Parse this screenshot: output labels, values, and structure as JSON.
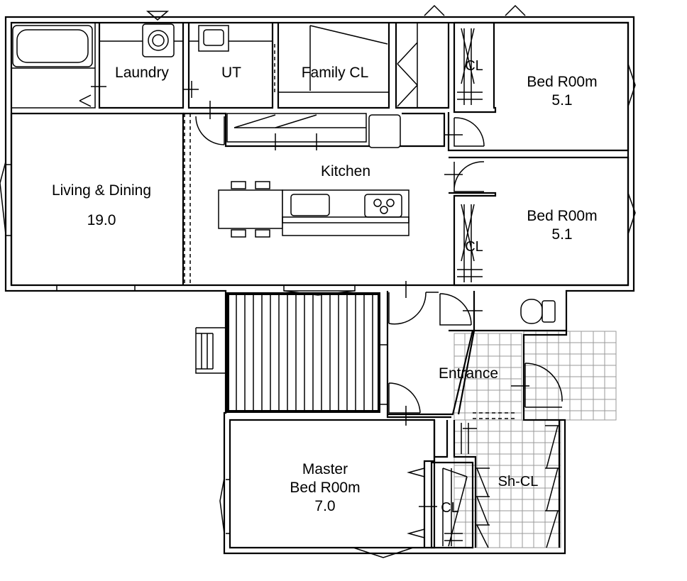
{
  "rooms": {
    "laundry": "Laundry",
    "ut": "UT",
    "family_cl": "Family CL",
    "cl_top": "CL",
    "bed1_name": "Bed R00m",
    "bed1_size": "5.1",
    "living_name": "Living & Dining",
    "living_size": "19.0",
    "kitchen": "Kitchen",
    "bed2_name": "Bed R00m",
    "bed2_size": "5.1",
    "cl_mid": "CL",
    "entrance": "Entrance",
    "master_line1": "Master",
    "master_line2": "Bed R00m",
    "master_size": "7.0",
    "cl_master": "CL",
    "sh_cl": "Sh-CL"
  }
}
